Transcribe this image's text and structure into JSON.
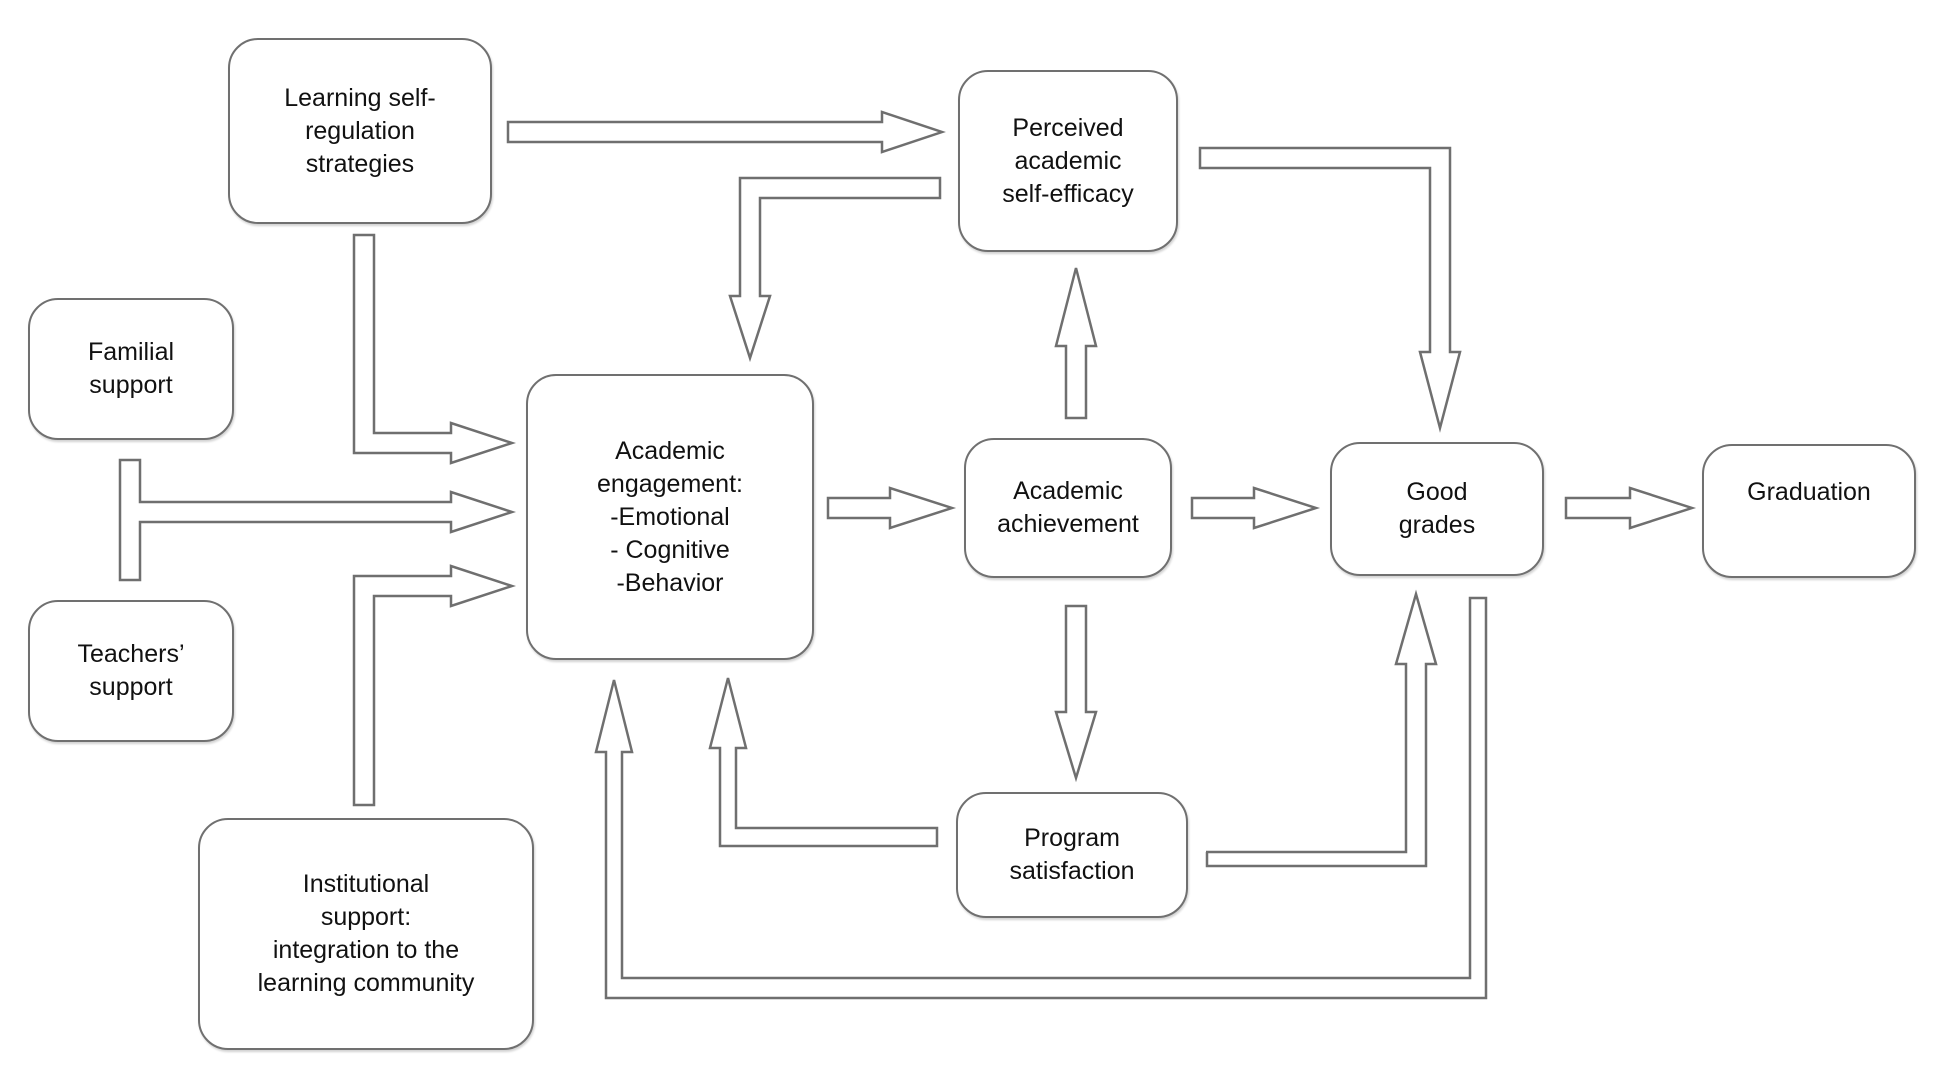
{
  "nodes": {
    "learning_self_regulation": "Learning self-\nregulation\nstrategies",
    "familial_support": "Familial\nsupport",
    "teachers_support": "Teachers’\nsupport",
    "institutional_support": "Institutional\nsupport:\nintegration to the\nlearning community",
    "academic_engagement": "Academic\nengagement:\n-Emotional\n- Cognitive\n-Behavior",
    "perceived_self_efficacy": "Perceived\nacademic\nself-efficacy",
    "academic_achievement": "Academic\nachievement",
    "program_satisfaction": "Program\nsatisfaction",
    "good_grades": "Good\ngrades",
    "graduation": "Graduation"
  },
  "edges": [
    {
      "from": "Learning self-regulation strategies",
      "to": "Perceived academic self-efficacy"
    },
    {
      "from": "Learning self-regulation strategies",
      "to": "Academic engagement"
    },
    {
      "from": "Familial support + Teachers’ support",
      "to": "Academic engagement"
    },
    {
      "from": "Institutional support",
      "to": "Academic engagement"
    },
    {
      "from": "Perceived academic self-efficacy",
      "to": "Academic engagement"
    },
    {
      "from": "Perceived academic self-efficacy",
      "to": "Good grades"
    },
    {
      "from": "Academic engagement",
      "to": "Academic achievement"
    },
    {
      "from": "Academic achievement",
      "to": "Perceived academic self-efficacy"
    },
    {
      "from": "Academic achievement",
      "to": "Good grades"
    },
    {
      "from": "Academic achievement",
      "to": "Program satisfaction"
    },
    {
      "from": "Program satisfaction",
      "to": "Academic engagement"
    },
    {
      "from": "Program satisfaction",
      "to": "Good grades"
    },
    {
      "from": "Good grades",
      "to": "Graduation"
    },
    {
      "from": "Good grades",
      "to": "Academic engagement"
    }
  ],
  "colors": {
    "node_border": "#707070",
    "arrow_stroke": "#6f6f6f",
    "arrow_fill": "#ffffff",
    "text": "#111111",
    "background": "#ffffff"
  }
}
